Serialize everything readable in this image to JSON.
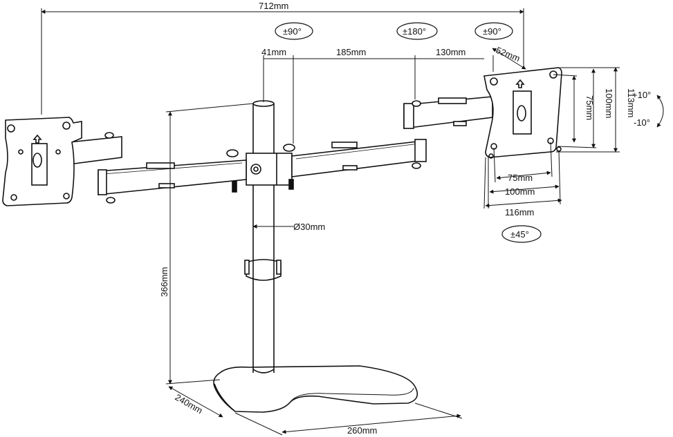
{
  "labels": {
    "overall_width": "712mm",
    "pole_offset": "41mm",
    "arm_segment_1": "185mm",
    "arm_segment_2": "130mm",
    "head_depth": "52mm",
    "pole_height": "366mm",
    "pole_diameter": "Ø30mm",
    "base_depth": "240mm",
    "base_width": "260mm",
    "vesa_small_w": "75mm",
    "vesa_large_w": "100mm",
    "plate_width": "116mm",
    "vesa_small_h": "75mm",
    "vesa_large_h": "100mm",
    "plate_height": "113mm",
    "tilt_up": "+10°",
    "tilt_down": "-10°"
  },
  "rotations": {
    "pole_rotation": "±90°",
    "arm_rotation": "±180°",
    "head_swivel": "±90°",
    "plate_rotation": "±45°"
  },
  "colors": {
    "line": "#111111",
    "fill": "#ffffff"
  }
}
